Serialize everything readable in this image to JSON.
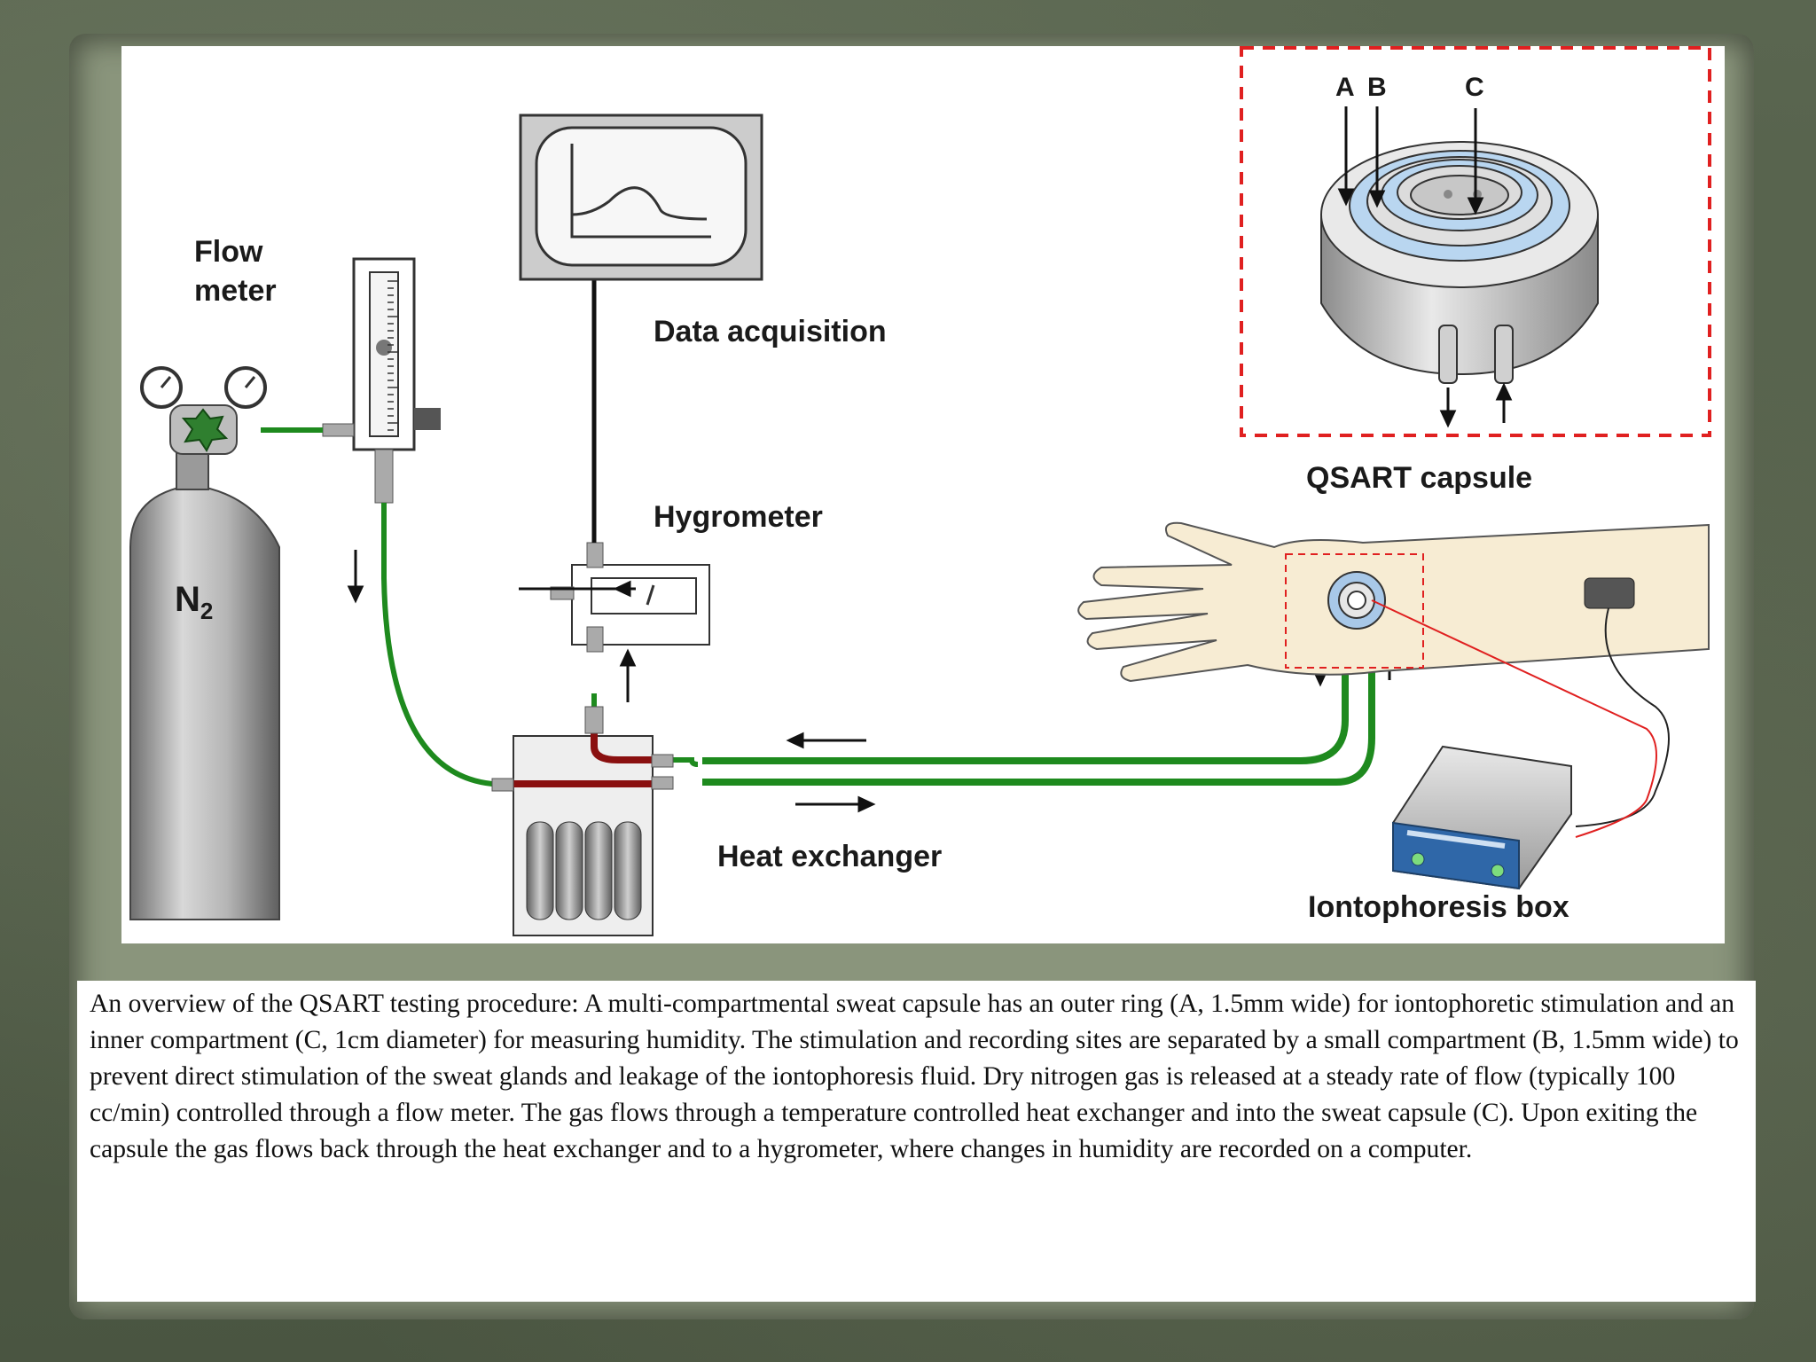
{
  "diagram": {
    "labels": {
      "flow_meter": "Flow\nmeter",
      "data_acquisition": "Data acquisition",
      "hygrometer": "Hygrometer",
      "n2": "N",
      "n2_sub": "2",
      "heat_exchanger": "Heat exchanger",
      "qsart_capsule": "QSART capsule",
      "iontophoresis_box": "Iontophoresis box",
      "capsule_a": "A",
      "capsule_b": "B",
      "capsule_c": "C"
    },
    "colors": {
      "tube_green": "#1e8a1e",
      "tube_red": "#8a1010",
      "highlight_dashed_red": "#e02020",
      "skin": "#f7ecd3",
      "metal_gray": "#9a9a9a"
    }
  },
  "caption": {
    "text": "An overview of the QSART testing procedure: A multi-compartmental sweat capsule has an outer ring (A, 1.5mm wide) for iontophoretic stimulation and an inner compartment (C, 1cm diameter) for measuring humidity. The stimulation and recording sites are separated by a small compartment (B, 1.5mm wide) to prevent direct stimulation of the sweat glands and leakage of the iontophoresis fluid. Dry nitrogen gas is released at a steady rate of flow (typically 100 cc/min) controlled through a flow meter. The gas flows through a temperature controlled heat exchanger and into the sweat capsule (C). Upon exiting the capsule the gas flows back through the heat exchanger and to a hygrometer, where changes in humidity are recorded on a computer."
  }
}
